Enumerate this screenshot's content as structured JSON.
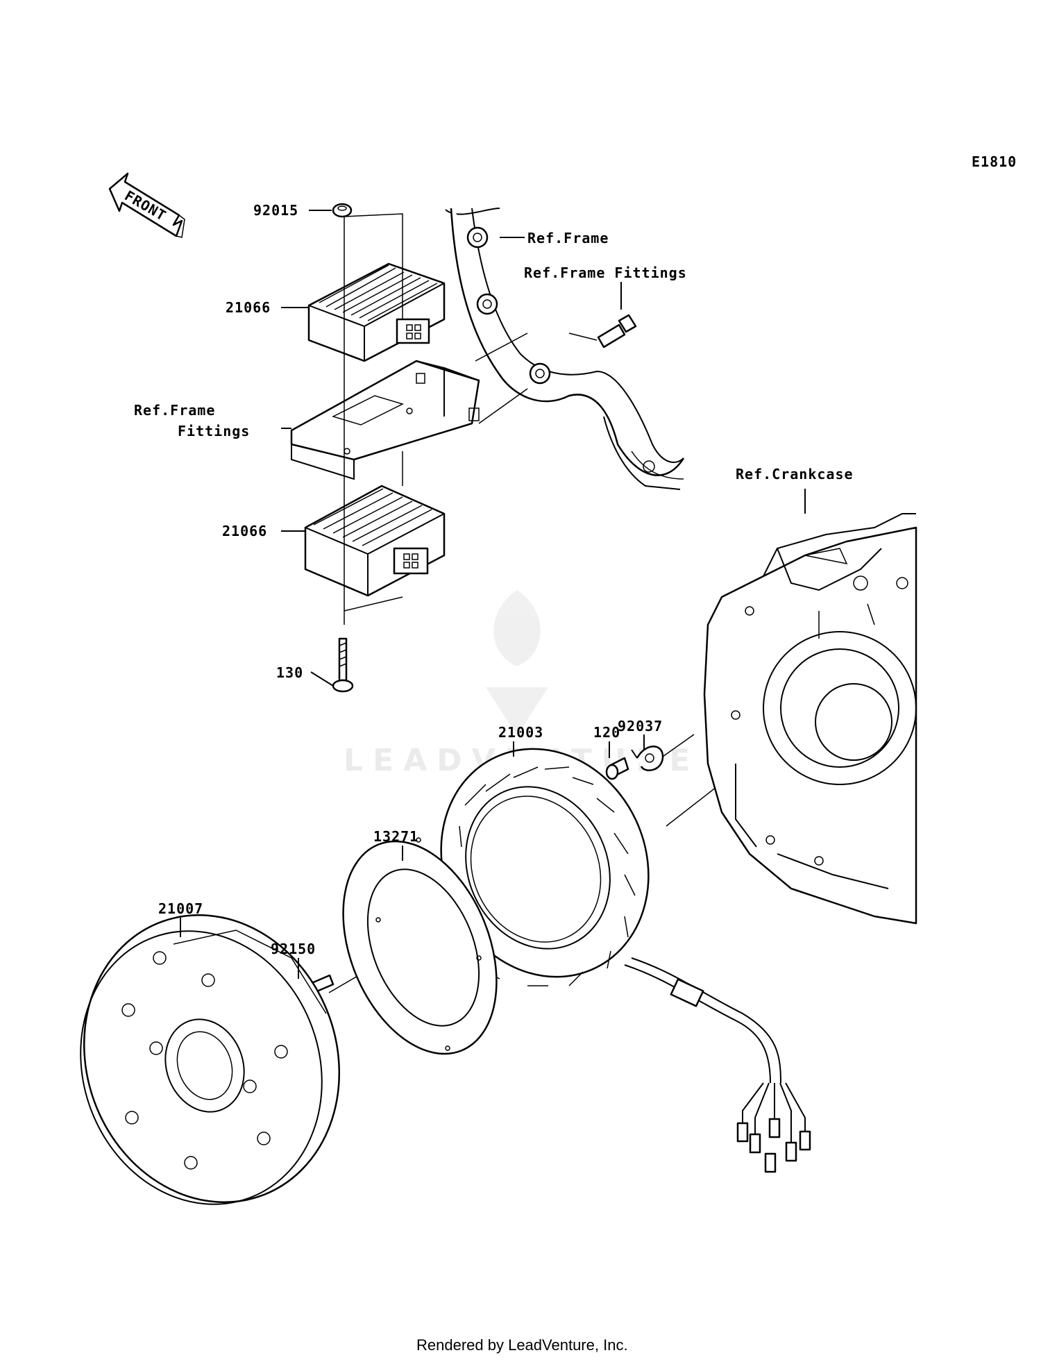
{
  "diagram": {
    "code": "E1810",
    "front_label": "FRONT",
    "footer": "Rendered by LeadVenture, Inc.",
    "watermark": "LEADVENTURE",
    "callouts": {
      "nut_top": "92015",
      "regulator_upper": "21066",
      "regulator_lower": "21066",
      "bolt_lower": "130",
      "ref_frame": "Ref.Frame",
      "ref_frame_fittings_right": "Ref.Frame Fittings",
      "ref_frame_fittings_left_1": "Ref.Frame",
      "ref_frame_fittings_left_2": "Fittings",
      "ref_crankcase": "Ref.Crankcase",
      "clamp": "92037",
      "bolt_small": "120",
      "stator": "21003",
      "gasket": "13271",
      "rotor": "21007",
      "rotor_bolt": "92150"
    }
  }
}
